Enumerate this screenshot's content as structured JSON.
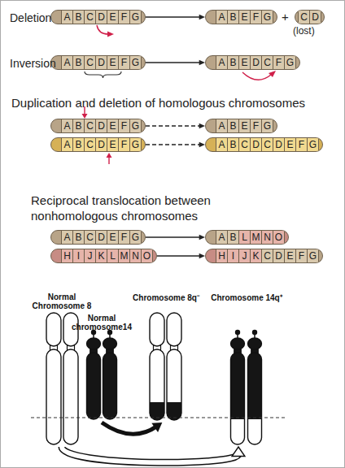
{
  "diagram": {
    "nodes": [
      {
        "text": [
          "A",
          "B",
          "C",
          "D",
          "E",
          "F",
          "G"
        ]
      },
      {
        "text": [
          "A",
          "B",
          "E",
          "F",
          "G"
        ]
      },
      {
        "text": [
          "C",
          "D"
        ]
      },
      {
        "text": [
          "A",
          "B",
          "C",
          "D",
          "E",
          "F",
          "G"
        ]
      },
      {
        "text": [
          "A",
          "B",
          "E",
          "D",
          "C",
          "F",
          "G"
        ]
      },
      {
        "text": [
          "A",
          "B",
          "C",
          "D",
          "E",
          "F",
          "G"
        ]
      },
      {
        "text": [
          "A",
          "B",
          "C",
          "D",
          "E",
          "F",
          "G"
        ]
      },
      {
        "text": [
          "A",
          "B",
          "E",
          "F",
          "G"
        ]
      },
      {
        "text": [
          "A",
          "B",
          "C",
          "D",
          "C",
          "D",
          "E",
          "F",
          "G"
        ]
      },
      {
        "text": [
          "A",
          "B",
          "C",
          "D",
          "E",
          "F",
          "G"
        ]
      },
      {
        "text": [
          "H",
          "I",
          "J",
          "K",
          "L",
          "M",
          "N",
          "O"
        ]
      },
      {
        "text": [
          "A",
          "B",
          "L",
          "M",
          "N",
          "O"
        ]
      },
      {
        "text": [
          "H",
          "I",
          "J",
          "K",
          "C",
          "D",
          "E",
          "F",
          "G"
        ]
      },
      {
        "text": [
          "Normal Chromosome 8"
        ]
      },
      {
        "text": [
          "Normal chromosome14"
        ]
      },
      {
        "text": [
          "Chromosome 8q⁻"
        ]
      },
      {
        "text": [
          "Chromosome 14q⁺"
        ]
      }
    ],
    "edges": [
      {
        "from": 0,
        "to": 1,
        "arrow": "to"
      },
      {
        "from": 3,
        "to": 4,
        "arrow": "to"
      },
      {
        "from": 5,
        "to": 7,
        "arrow": "to"
      },
      {
        "from": 6,
        "to": 8,
        "arrow": "to"
      },
      {
        "from": 9,
        "to": 11,
        "arrow": "to"
      },
      {
        "from": 10,
        "to": 12,
        "arrow": "to"
      },
      {
        "from": 13,
        "to": 16,
        "arrow": "to"
      },
      {
        "from": 14,
        "to": 15,
        "arrow": "to"
      }
    ],
    "labels": [
      "Deletion",
      "+",
      "(lost)",
      "Inversion",
      "Duplication and deletion of homologous chromosomes",
      "Reciprocal translocation between nonhomologous chromosomes"
    ]
  }
}
